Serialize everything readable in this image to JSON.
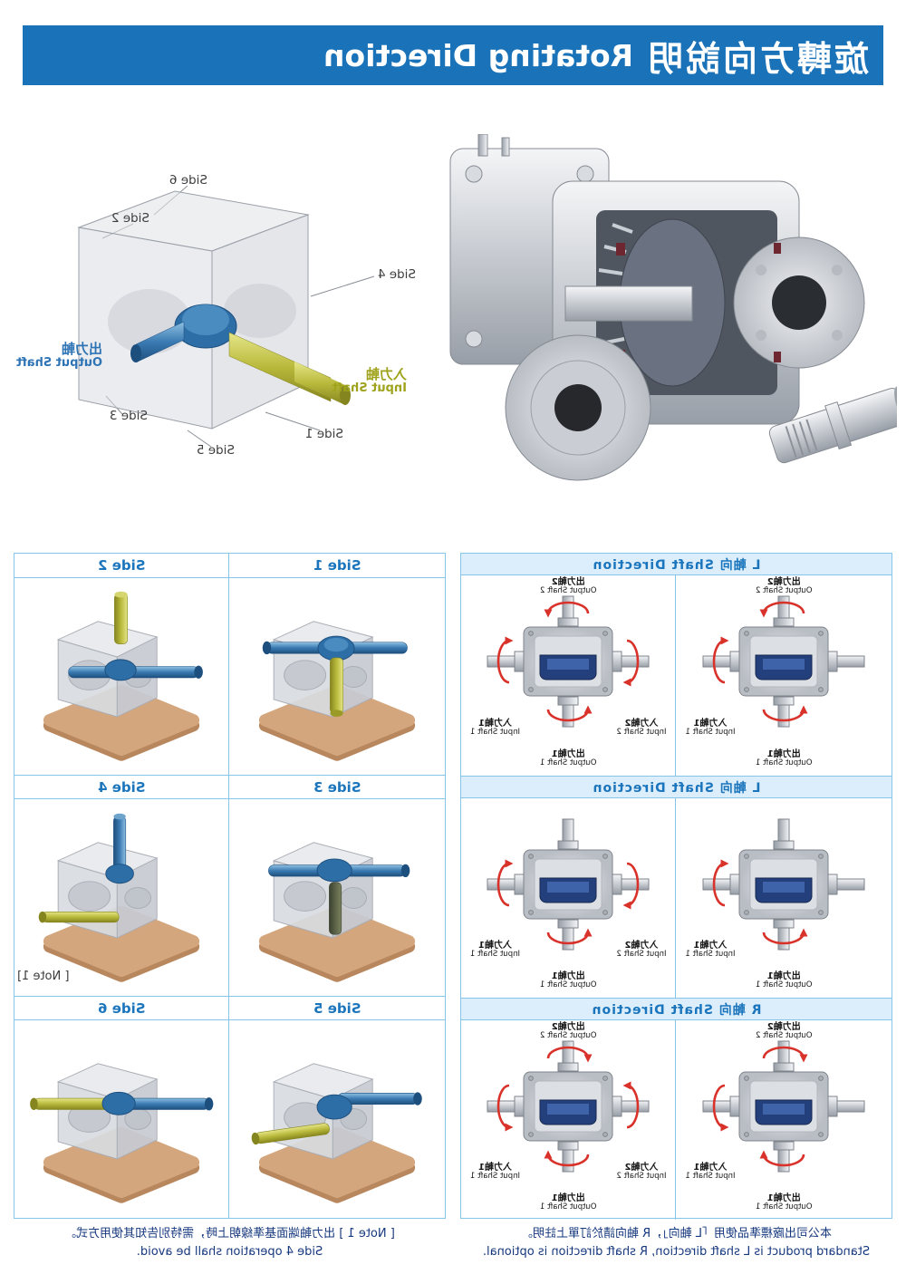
{
  "header": {
    "title_zh": "旋轉方向說明",
    "title_en": "Rotating Direction"
  },
  "overview": {
    "cube": {
      "sides": [
        "Side 1",
        "Side 2",
        "Side 3",
        "Side 4",
        "Side 5",
        "Side 6"
      ],
      "output_shaft": {
        "zh": "出力軸",
        "en": "Output Shaft"
      },
      "input_shaft": {
        "zh": "入力軸",
        "en": "Input Shaft"
      }
    }
  },
  "shaft_panel": {
    "sections": [
      {
        "title": "L 軸向  Shaft Direction",
        "cells": [
          {
            "labels": {
              "top": {
                "zh": "出力軸2",
                "en": "Output Shaft 2"
              },
              "right": {
                "zh": "入力軸1",
                "en": "Input Shaft 1"
              },
              "bottom": {
                "zh": "出力軸1",
                "en": "Output Shaft 1"
              }
            }
          },
          {
            "labels": {
              "top": {
                "zh": "出力軸2",
                "en": "Output Shaft 2"
              },
              "left": {
                "zh": "入力軸2",
                "en": "Input Shaft 2"
              },
              "right": {
                "zh": "入力軸1",
                "en": "Input Shaft 1"
              },
              "bottom": {
                "zh": "出力軸1",
                "en": "Output Shaft 1"
              }
            }
          }
        ]
      },
      {
        "title": "L 軸向  Shaft Direction",
        "cells": [
          {
            "labels": {
              "right": {
                "zh": "入力軸1",
                "en": "Input Shaft 1"
              },
              "bottom": {
                "zh": "出力軸1",
                "en": "Output Shaft 1"
              }
            }
          },
          {
            "labels": {
              "left": {
                "zh": "入力軸2",
                "en": "Input Shaft 2"
              },
              "right": {
                "zh": "入力軸1",
                "en": "Input Shaft 1"
              },
              "bottom": {
                "zh": "出力軸1",
                "en": "Output Shaft 1"
              }
            }
          }
        ]
      },
      {
        "title": "R 軸向  Shaft Direction",
        "cells": [
          {
            "labels": {
              "top": {
                "zh": "出力軸2",
                "en": "Output Shaft 2"
              },
              "right": {
                "zh": "入力軸1",
                "en": "Input Shaft 1"
              },
              "bottom": {
                "zh": "出力軸1",
                "en": "Output Shaft 1"
              }
            }
          },
          {
            "labels": {
              "top": {
                "zh": "出力軸2",
                "en": "Output Shaft 2"
              },
              "left": {
                "zh": "入力軸2",
                "en": "Input Shaft 2"
              },
              "right": {
                "zh": "入力軸1",
                "en": "Input Shaft 1"
              },
              "bottom": {
                "zh": "出力軸1",
                "en": "Output Shaft 1"
              }
            }
          }
        ]
      }
    ]
  },
  "sides_panel": {
    "rows": [
      {
        "headers": [
          "Side 1",
          "Side 2"
        ]
      },
      {
        "headers": [
          "Side 3",
          "Side 4"
        ]
      },
      {
        "headers": [
          "Side 5",
          "Side 6"
        ]
      }
    ],
    "note_tag": "[ Note 1]"
  },
  "footnotes": {
    "left": {
      "zh": "本公司出廠標準品使用「L 軸向」，R 軸向請於訂單上註明。",
      "en": "Standard product is L shaft direction, R shaft direction is optional."
    },
    "right": {
      "zh": "[ Note 1 ] 出力軸端面基準線朝上時，需特別告知其使用方式。",
      "en": "Side 4 operation shall be avoid."
    }
  },
  "colors": {
    "header_bg": "#1a72b8",
    "panel_border": "#85c6e8",
    "section_header_bg": "#dceefb",
    "blue_text": "#1b75bc",
    "note_text": "#16387e",
    "arrow_red": "#d8322a",
    "shaft_blue": "#2e6ea6",
    "shaft_yellow": "#b9b93c",
    "base_tan": "#d4a67d"
  }
}
